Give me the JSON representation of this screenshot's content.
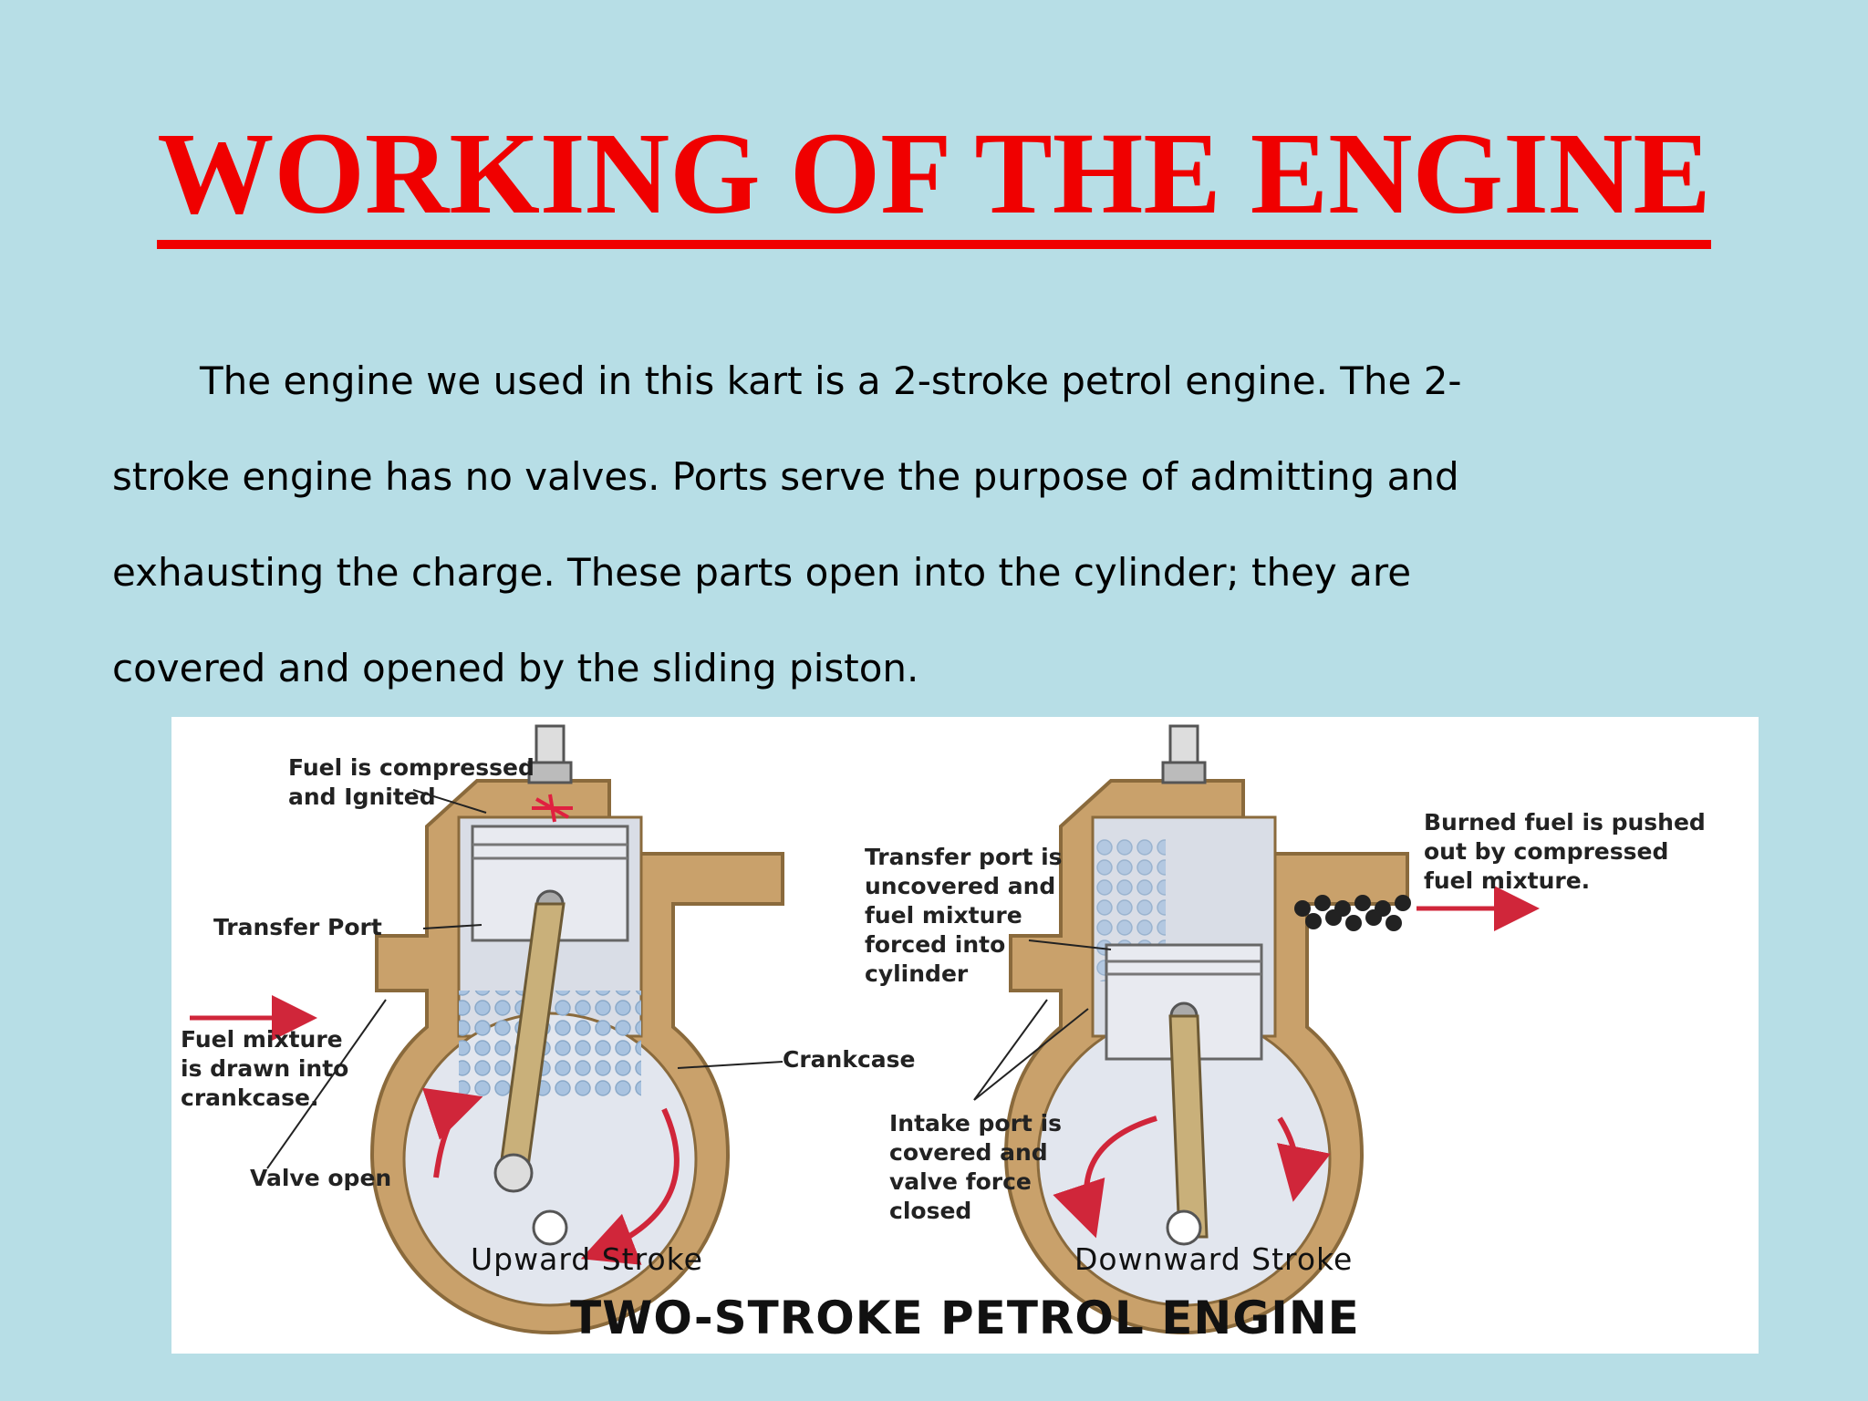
{
  "title": "WORKING OF THE ENGINE",
  "paragraph": "The engine we used in this kart is a 2-stroke petrol engine. The 2-stroke engine has no valves. Ports serve the purpose of admitting and exhausting the charge. These parts open into the cylinder; they are covered and opened by the sliding piston.",
  "diagram": {
    "caption": "TWO-STROKE PETROL ENGINE",
    "upward_stroke": "Upward Stroke",
    "downward_stroke": "Downward Stroke",
    "labels": {
      "fuel_compressed": "Fuel is compressed\nand Ignited",
      "transfer_port": "Transfer Port",
      "fuel_mixture_drawn": "Fuel mixture\nis drawn into\ncrankcase.",
      "valve_open": "Valve open",
      "crankcase": "Crankcase",
      "transfer_port_uncovered": "Transfer port is\nuncovered and\nfuel mixture\nforced into\ncylinder",
      "intake_port_covered": "Intake port is\ncovered and\nvalve force\nclosed",
      "burned_fuel_pushed": "Burned fuel is pushed\nout by compressed\nfuel mixture."
    },
    "colors": {
      "casing": "#c9a16b",
      "cylinder": "#d9dde6",
      "arrow": "#d0263a",
      "bubbles": "#a9c3e0"
    }
  }
}
